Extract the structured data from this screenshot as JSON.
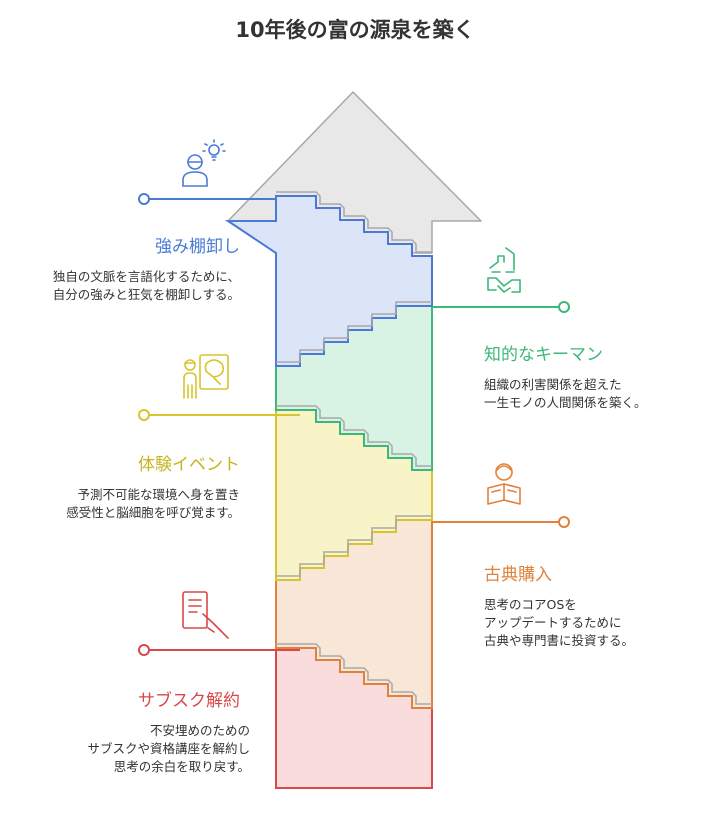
{
  "title": "10年後の富の源泉を築く",
  "colors": {
    "blue": "#4a7ad6",
    "blue_fill": "#dce5f8",
    "green": "#3cb878",
    "green_fill": "#d8f2e3",
    "yellow": "#d8c42c",
    "yellow_fill": "#f8f4c8",
    "orange": "#e0823c",
    "orange_fill": "#f8e6d6",
    "red": "#d84848",
    "red_fill": "#fadcdc",
    "arrow_fill": "#e8e8e8",
    "arrow_stroke": "#a8a8a8"
  },
  "steps": [
    {
      "id": "blue",
      "label": "強み棚卸し",
      "desc": [
        "独自の文脈を言語化するために、",
        "自分の強みと狂気を棚卸しする。"
      ],
      "side": "left",
      "icon": "person-lightbulb-icon"
    },
    {
      "id": "green",
      "label": "知的なキーマン",
      "desc": [
        "組織の利害関係を超えた",
        "一生モノの人間関係を築く。"
      ],
      "side": "right",
      "icon": "handshake-icon"
    },
    {
      "id": "yellow",
      "label": "体験イベント",
      "desc": [
        "予測不可能な環境へ身を置き",
        "感受性と脳細胞を呼び覚ます。"
      ],
      "side": "left",
      "icon": "person-palette-icon"
    },
    {
      "id": "orange",
      "label": "古典購入",
      "desc": [
        "思考のコアOSを",
        "アップデートするために",
        "古典や専門書に投資する。"
      ],
      "side": "right",
      "icon": "person-reading-icon"
    },
    {
      "id": "red",
      "label": "サブスク解約",
      "desc": [
        "不安埋めのための",
        "サブスクや資格講座を解約し",
        "思考の余白を取り戻す。"
      ],
      "side": "left",
      "icon": "tablet-hand-icon"
    }
  ]
}
